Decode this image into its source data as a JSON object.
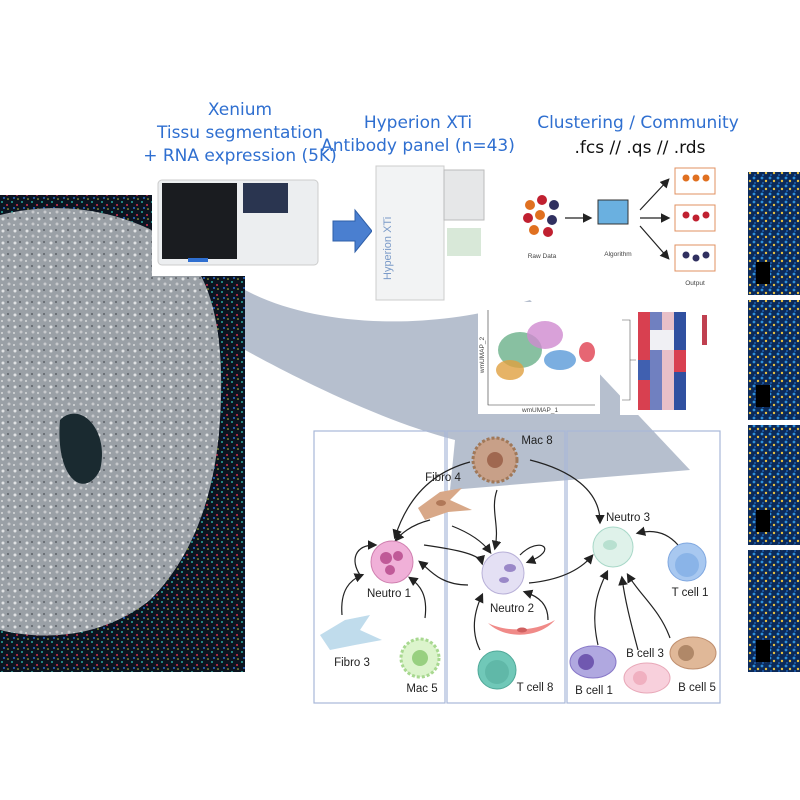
{
  "titles": {
    "xenium": [
      "Xenium",
      "Tissu segmentation",
      "+ RNA expression (5K)"
    ],
    "hyperion": [
      "Hyperion XTi",
      "Antibody panel (n=43)"
    ],
    "clustering": [
      "Clustering / Community",
      ".fcs // .qs // .rds"
    ]
  },
  "hyperion_device_label": "Hyperion XTi",
  "clustering_panel": {
    "raw": "Raw Data",
    "algorithm": "Algorithm",
    "output": "Output"
  },
  "umap": {
    "xlabel": "wmUMAP_1",
    "ylabel": "wmUMAP_2"
  },
  "cells": {
    "mac8": "Mac 8",
    "fibro4": "Fibro 4",
    "neutro1": "Neutro 1",
    "neutro2": "Neutro 2",
    "neutro3": "Neutro 3",
    "tcell1": "T cell 1",
    "fibro3": "Fibro 3",
    "mac5": "Mac 5",
    "tcell8": "T cell 8",
    "bcell1": "B cell 1",
    "bcell3": "B cell 3",
    "bcell5": "B cell 5"
  },
  "colors": {
    "title": "#2f6fd0",
    "arrow": "#4a7fd0",
    "funnel": "#a9b4c6",
    "box": "#a8b8d8"
  }
}
